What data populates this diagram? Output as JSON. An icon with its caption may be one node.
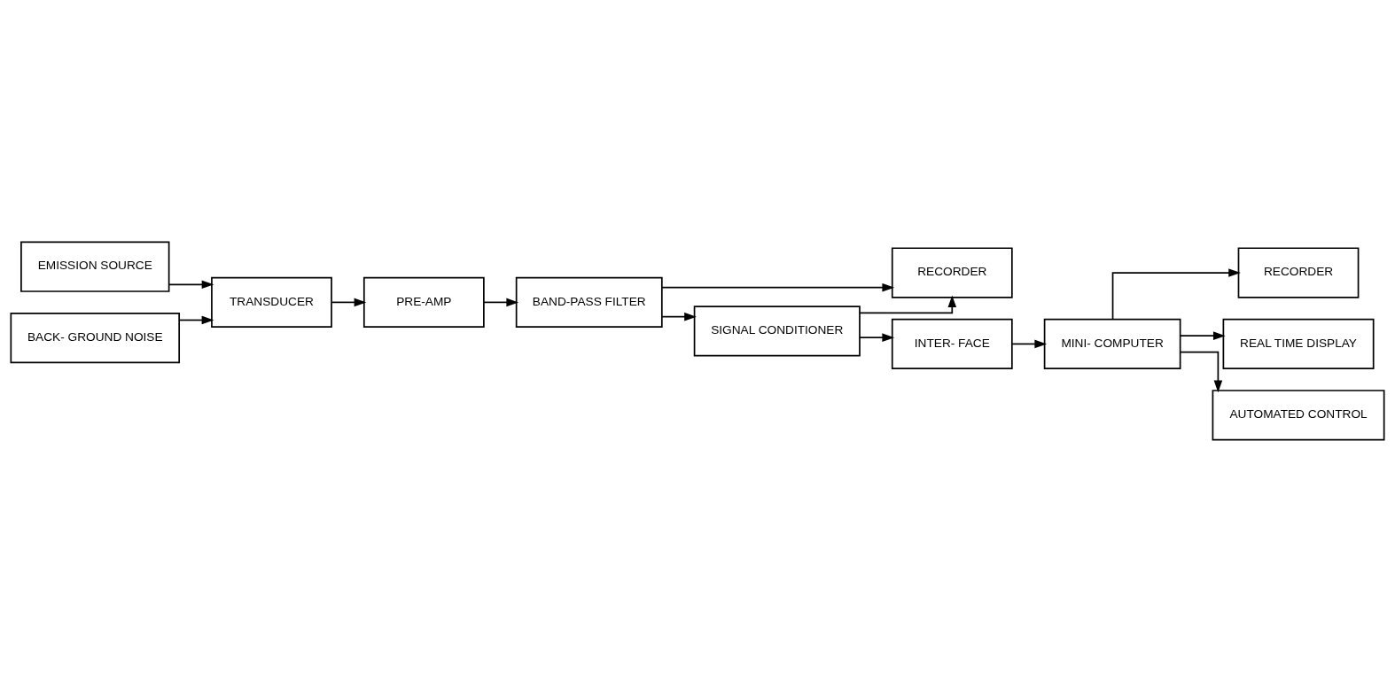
{
  "diagram": {
    "nodes": [
      {
        "text": [
          "EMISSION SOURCE"
        ]
      },
      {
        "text": [
          "BACK- GROUND NOISE"
        ]
      },
      {
        "text": [
          "TRANSDUCER"
        ]
      },
      {
        "text": [
          "PRE-AMP"
        ]
      },
      {
        "text": [
          "BAND-PASS FILTER"
        ]
      },
      {
        "text": [
          "RECORDER"
        ]
      },
      {
        "text": [
          "SIGNAL CONDITIONER"
        ]
      },
      {
        "text": [
          "INTER- FACE"
        ]
      },
      {
        "text": [
          "MINI- COMPUTER"
        ]
      },
      {
        "text": [
          "RECORDER"
        ]
      },
      {
        "text": [
          "REAL TIME DISPLAY"
        ]
      },
      {
        "text": [
          "AUTOMATED CONTROL"
        ]
      }
    ],
    "edges": [
      {
        "from": 0,
        "to": 2,
        "arrow": "to"
      },
      {
        "from": 1,
        "to": 2,
        "arrow": "to"
      },
      {
        "from": 2,
        "to": 3,
        "arrow": "to"
      },
      {
        "from": 3,
        "to": 4,
        "arrow": "to"
      },
      {
        "from": 4,
        "to": 5,
        "arrow": "to"
      },
      {
        "from": 4,
        "to": 6,
        "arrow": "to"
      },
      {
        "from": 6,
        "to": 5,
        "arrow": "to"
      },
      {
        "from": 6,
        "to": 7,
        "arrow": "to"
      },
      {
        "from": 7,
        "to": 8,
        "arrow": "to"
      },
      {
        "from": 8,
        "to": 9,
        "arrow": "to"
      },
      {
        "from": 8,
        "to": 10,
        "arrow": "to"
      },
      {
        "from": 8,
        "to": 11,
        "arrow": "to"
      }
    ]
  }
}
